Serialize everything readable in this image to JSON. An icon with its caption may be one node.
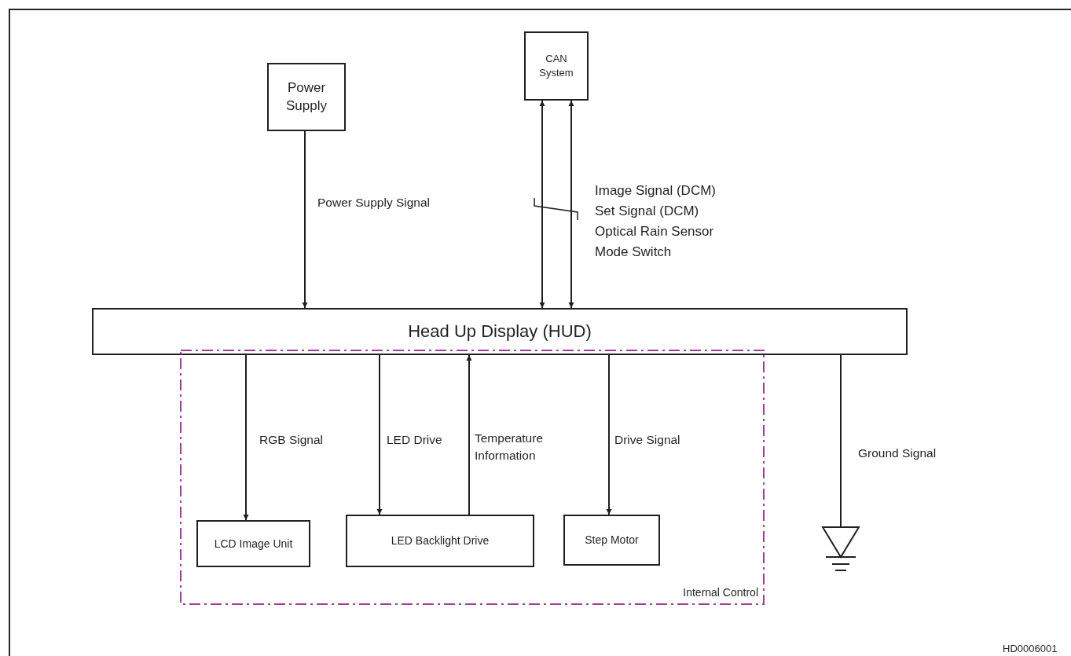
{
  "diagram": {
    "nodes": [
      {
        "text": [
          "Power Supply"
        ]
      },
      {
        "text": [
          "CAN System"
        ]
      },
      {
        "text": [
          "Head Up Display (HUD)"
        ]
      },
      {
        "text": [
          "Internal Control"
        ]
      },
      {
        "text": [
          "LCD Image Unit"
        ],
        "in": 3
      },
      {
        "text": [
          "LED Backlight Drive"
        ],
        "in": 3
      },
      {
        "text": [
          "Step Motor"
        ],
        "in": 3
      },
      {
        "text": [],
        "shape": "ground"
      }
    ],
    "edges": [
      {
        "from": 0,
        "to": 2,
        "arrow": "to",
        "label": "Power Supply Signal"
      },
      {
        "from": 2,
        "to": 1,
        "arrow": "both"
      },
      {
        "from": 2,
        "to": 1,
        "arrow": "both"
      },
      {
        "from": 2,
        "to": 4,
        "arrow": "to",
        "label": "RGB Signal"
      },
      {
        "from": 2,
        "to": 5,
        "arrow": "to",
        "label": "LED Drive"
      },
      {
        "from": 5,
        "to": 2,
        "arrow": "to",
        "label": "Temperature Information"
      },
      {
        "from": 2,
        "to": 6,
        "arrow": "to",
        "label": "Drive Signal"
      },
      {
        "from": 2,
        "to": 7,
        "arrow": "none",
        "label": "Ground Signal"
      }
    ],
    "labels": [
      "Image Signal (DCM)",
      "Set Signal (DCM)",
      "Optical Rain Sensor",
      "Mode Switch",
      "HD0006001"
    ]
  }
}
